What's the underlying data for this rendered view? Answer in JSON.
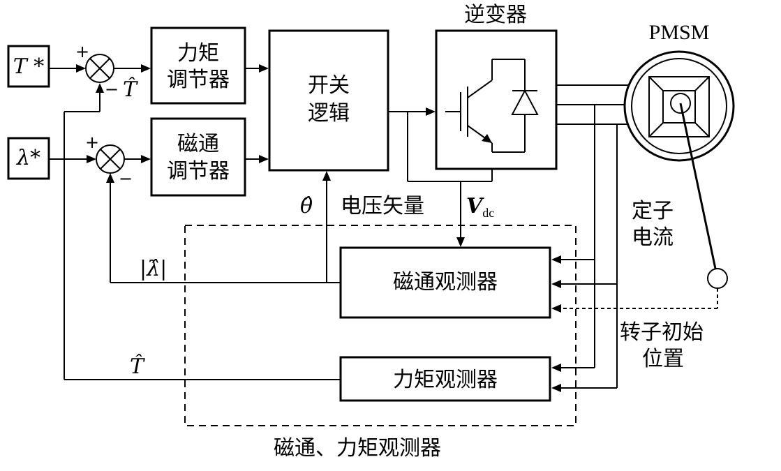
{
  "blocks": {
    "t_ref": "T *",
    "lambda_ref": "λ*",
    "torque_regulator": [
      "力矩",
      "调节器"
    ],
    "flux_regulator": [
      "磁通",
      "调节器"
    ],
    "switch_logic": [
      "开关",
      "逻辑"
    ],
    "inverter": "逆变器",
    "motor": "PMSM",
    "flux_observer": "磁通观测器",
    "torque_observer": "力矩观测器",
    "observer_group": "磁通、力矩观测器"
  },
  "signals": {
    "t_hat": "T̂",
    "theta_hat": "θ̂",
    "voltage_vector": "电压矢量",
    "vdc_main": "V",
    "vdc_sub": "dc",
    "lambda_abs": "|λ̂|",
    "t_hat_feedback": "T̂",
    "stator_current": [
      "定子",
      "电流"
    ],
    "rotor_position": [
      "转子初始",
      "位置"
    ]
  },
  "signs": {
    "plus": "+",
    "minus": "−"
  }
}
